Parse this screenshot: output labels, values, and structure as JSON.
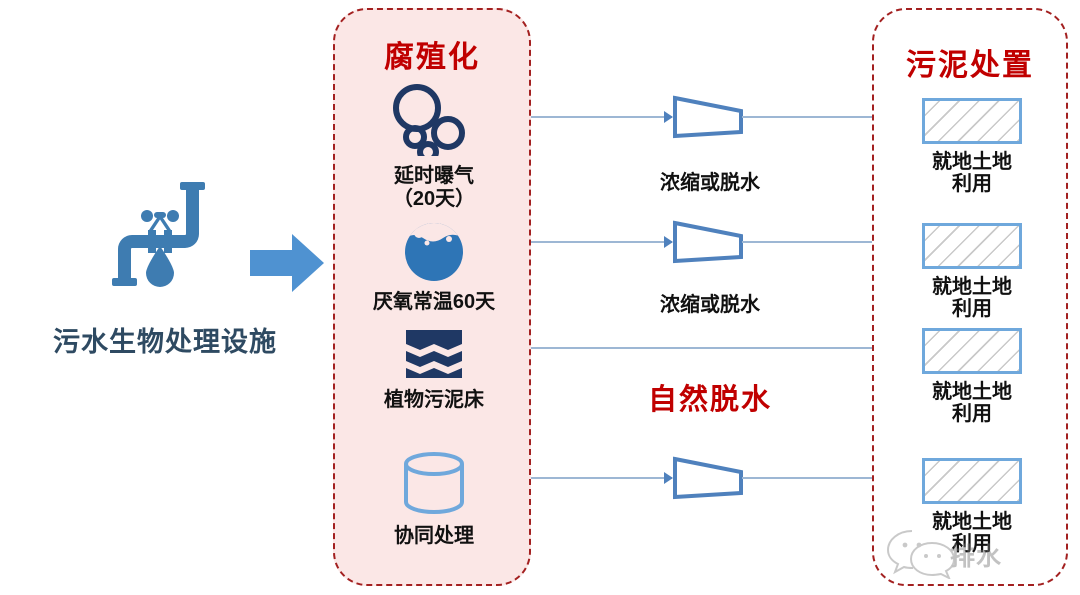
{
  "source": {
    "icon": "faucet-pipe-icon",
    "label": "污水生物处理设施",
    "arrow_icon": "right-arrow-icon"
  },
  "humification_panel": {
    "title": "腐殖化",
    "steps": [
      {
        "icon": "bubbles-icon",
        "label": "延时曝气\n（20天）"
      },
      {
        "icon": "anaerobic-water-icon",
        "label": "厌氧常温60天"
      },
      {
        "icon": "wave-bed-icon",
        "label": "植物污泥床"
      },
      {
        "icon": "cylinder-tank-icon",
        "label": "协同处理"
      }
    ]
  },
  "middle": {
    "process_labels": [
      "浓缩或脱水",
      "浓缩或脱水",
      "自然脱水"
    ],
    "equipment_icon": "trapezoid-dewatering-icon"
  },
  "disposal_panel": {
    "title": "污泥处置",
    "items": [
      {
        "icon": "hatched-land-box-icon",
        "label": "就地土地\n利用"
      },
      {
        "icon": "hatched-land-box-icon",
        "label": "就地土地\n利用"
      },
      {
        "icon": "hatched-land-box-icon",
        "label": "就地土地\n利用"
      },
      {
        "icon": "hatched-land-box-icon",
        "label": "就地土地\n利用"
      }
    ]
  },
  "watermark": {
    "icon": "wechat-logo-icon",
    "text": "排水"
  },
  "colors": {
    "panel_border_red": "#A32020",
    "panel_fill_pink": "#FBE7E6",
    "title_red": "#C00000",
    "source_label_navy": "#2E4A62",
    "connector_blue": "#9DB7D4",
    "shape_blue": "#4F81BD",
    "box_border_blue": "#6FA8DC",
    "icon_navy": "#1F3864"
  }
}
